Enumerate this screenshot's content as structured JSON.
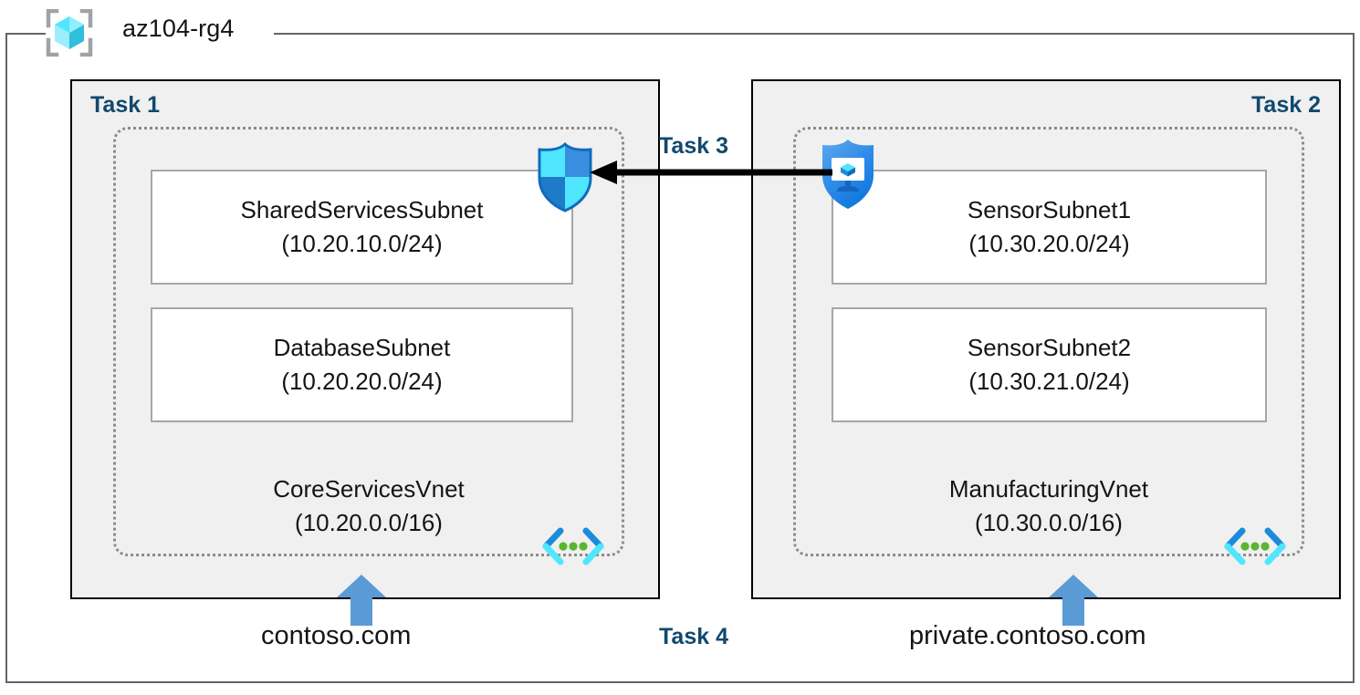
{
  "resource_group": {
    "name": "az104-rg4",
    "icon": "resource-group-cube-icon"
  },
  "tasks": {
    "task1_label": "Task 1",
    "task2_label": "Task 2",
    "task3_label": "Task 3",
    "task4_label": "Task 4"
  },
  "vnets": [
    {
      "id": "core",
      "task": "Task 1",
      "name": "CoreServicesVnet",
      "cidr": "(10.20.0.0/16)",
      "dns_zone": "contoso.com",
      "subnets": [
        {
          "name": "SharedServicesSubnet",
          "cidr": "(10.20.10.0/24)"
        },
        {
          "name": "DatabaseSubnet",
          "cidr": "(10.20.20.0/24)"
        }
      ]
    },
    {
      "id": "manufacturing",
      "task": "Task 2",
      "name": "ManufacturingVnet",
      "cidr": "(10.30.0.0/16)",
      "dns_zone": "private.contoso.com",
      "subnets": [
        {
          "name": "SensorSubnet1",
          "cidr": "(10.30.20.0/24)"
        },
        {
          "name": "SensorSubnet2",
          "cidr": "(10.30.21.0/24)"
        }
      ]
    }
  ],
  "icons": {
    "shield_plain": "network-security-group-shield-icon",
    "shield_vm": "virtual-machine-shield-icon",
    "code_left": "virtual-network-code-brackets-icon",
    "code_right": "virtual-network-code-brackets-icon",
    "peering_arrow": "vnet-peering-arrow-icon",
    "dns_arrow_left": "dns-zone-up-arrow-icon",
    "dns_arrow_right": "dns-zone-up-arrow-icon"
  },
  "colors": {
    "task_label": "#11496E",
    "panel_fill": "#F0F0F0",
    "panel_border": "#000000",
    "vnet_border": "#8C8C8C",
    "subnet_border": "#A6A6A6",
    "frame_border": "#646464",
    "dns_arrow": "#5B9BD5",
    "shield_cyan": "#50E6FF",
    "shield_blue": "#3A8EE0",
    "shield_deep": "#1E7BC8",
    "code_blue": "#1B8BDB",
    "code_cyan": "#50E6FF",
    "code_dot_green": "#5BB530",
    "peering_arrow": "#000000"
  }
}
